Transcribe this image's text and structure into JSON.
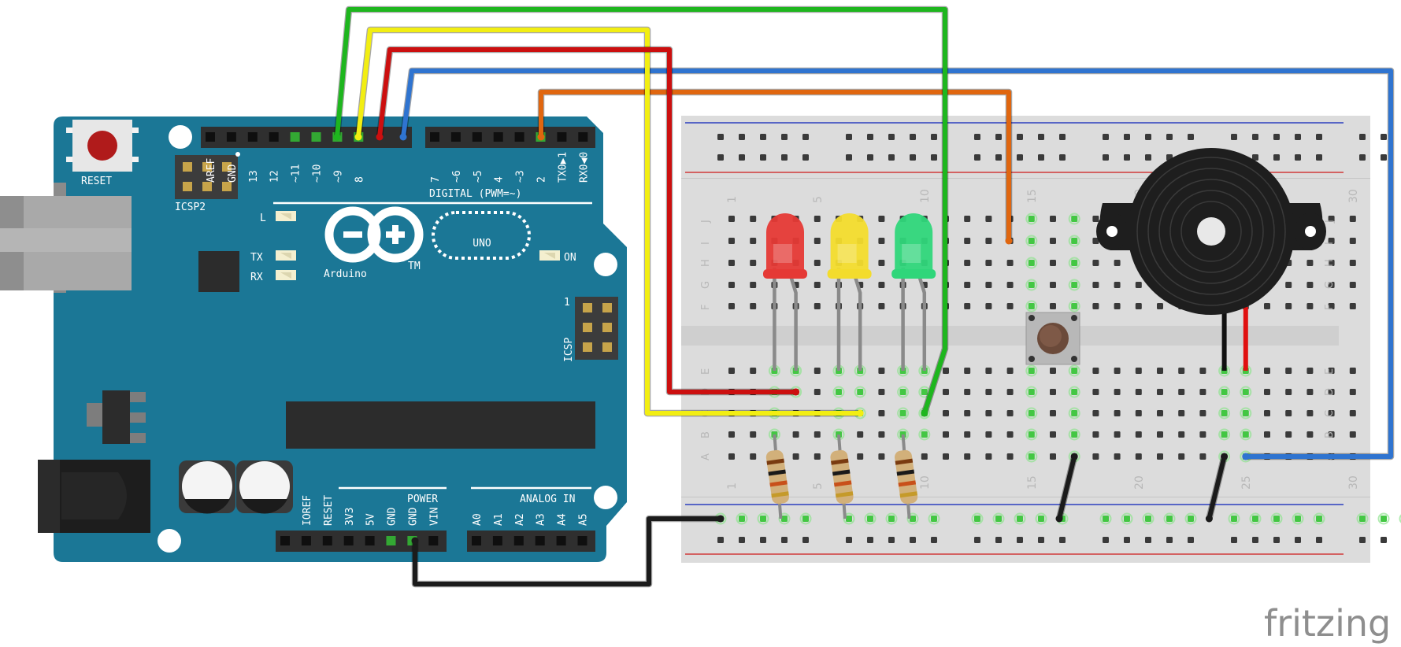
{
  "arduino": {
    "reset_label": "RESET",
    "icsp2_label": "ICSP2",
    "icsp_label": "ICSP",
    "icsp_pin_one": "1",
    "brand_name": "Arduino",
    "trademark": "TM",
    "model_name": "UNO",
    "digital_header_label": "DIGITAL (PWM=~)",
    "power_header_label": "POWER",
    "analog_header_label": "ANALOG IN",
    "led_l_label": "L",
    "led_tx_label": "TX",
    "led_rx_label": "RX",
    "led_on_label": "ON",
    "digital_pins_left": [
      "AREF",
      "GND",
      "13",
      "12",
      "~11",
      "~10",
      "~9",
      "8"
    ],
    "digital_pins_right": [
      "7",
      "~6",
      "~5",
      "4",
      "~3",
      "2",
      "TX0▶1",
      "RX0◀0"
    ],
    "power_pins": [
      "IOREF",
      "RESET",
      "3V3",
      "5V",
      "GND",
      "GND",
      "VIN"
    ],
    "analog_pins": [
      "A0",
      "A1",
      "A2",
      "A3",
      "A4",
      "A5"
    ]
  },
  "breadboard": {
    "column_numbers": [
      "1",
      "5",
      "10",
      "15",
      "20",
      "25",
      "30"
    ],
    "row_letters_top": [
      "J",
      "I",
      "H",
      "G",
      "F"
    ],
    "row_letters_bottom": [
      "E",
      "D",
      "C",
      "B",
      "A"
    ]
  },
  "components": {
    "led_colors": [
      "#e53935",
      "#f3dc2c",
      "#2fd67a"
    ],
    "resistor_body_color": "#d2b07a",
    "button_cap_color": "#6b4a3a",
    "buzzer_color": "#1e1e1e"
  },
  "wires": [
    {
      "name": "green-wire",
      "color": "#1eb61e"
    },
    {
      "name": "yellow-wire",
      "color": "#f2ee12"
    },
    {
      "name": "red-wire",
      "color": "#cc0f0f"
    },
    {
      "name": "blue-wire",
      "color": "#2f74d0"
    },
    {
      "name": "orange-wire",
      "color": "#e0660f"
    },
    {
      "name": "ground-wire",
      "color": "#1b1b1b"
    }
  ],
  "watermark": "fritzing"
}
